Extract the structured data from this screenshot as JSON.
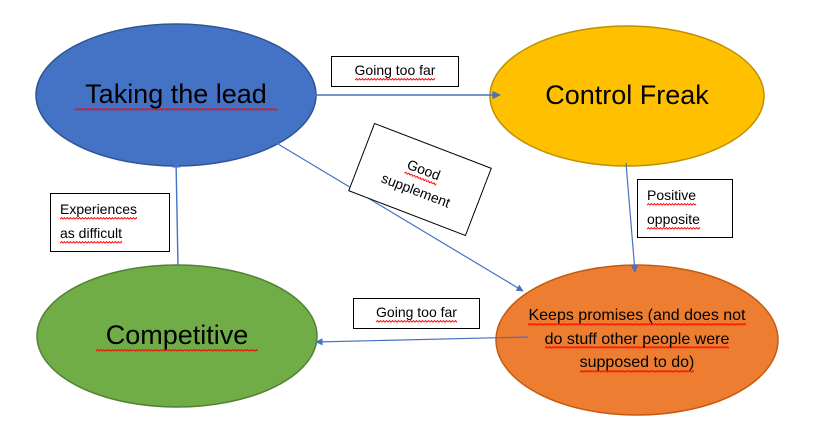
{
  "diagram": {
    "title": "Taking the lead / Control Freak behaviour quadrant diagram",
    "background_color": "#FFFFFF",
    "connector_color": "#4472C4",
    "label_border_color": "#000000",
    "spellcheck_underline_color": "#FF0000"
  },
  "nodes": [
    {
      "id": "taking-the-lead",
      "label": "Taking the lead",
      "fill": "#4472C4",
      "stroke": "#2F5597",
      "font_size": 27,
      "spellchecked": true
    },
    {
      "id": "control-freak",
      "label": "Control Freak",
      "fill": "#FFC000",
      "stroke": "#BF9000",
      "font_size": 27,
      "spellchecked": false
    },
    {
      "id": "competitive",
      "label": "Competitive",
      "fill": "#70AD47",
      "stroke": "#548235",
      "font_size": 27,
      "spellchecked": true
    },
    {
      "id": "keeps-promises",
      "label": "Keeps promises (and does not\ndo stuff other people were\nsupposed to do)",
      "lines": [
        "Keeps promises (and does not",
        "do stuff other people were",
        "supposed to do)"
      ],
      "fill": "#ED7D31",
      "stroke": "#C55A11",
      "font_size": 16,
      "spellchecked": true
    }
  ],
  "edge_labels": [
    {
      "id": "going-too-far-top",
      "lines": [
        "Going too far"
      ],
      "rotation_deg": 0,
      "from": "taking-the-lead",
      "to": "control-freak"
    },
    {
      "id": "good-supplement",
      "lines": [
        "Good",
        "supplement"
      ],
      "rotation_deg": 21,
      "from": "taking-the-lead",
      "to": "keeps-promises"
    },
    {
      "id": "positive-opposite",
      "lines": [
        "Positive",
        "opposite"
      ],
      "rotation_deg": 0,
      "from": "control-freak",
      "to": "keeps-promises"
    },
    {
      "id": "experiences-as-difficult",
      "lines": [
        "Experiences",
        "as difficult"
      ],
      "rotation_deg": 0,
      "from": "competitive",
      "to": "taking-the-lead"
    },
    {
      "id": "going-too-far-bottom",
      "lines": [
        "Going too far"
      ],
      "rotation_deg": 0,
      "from": "keeps-promises",
      "to": "competitive"
    }
  ]
}
